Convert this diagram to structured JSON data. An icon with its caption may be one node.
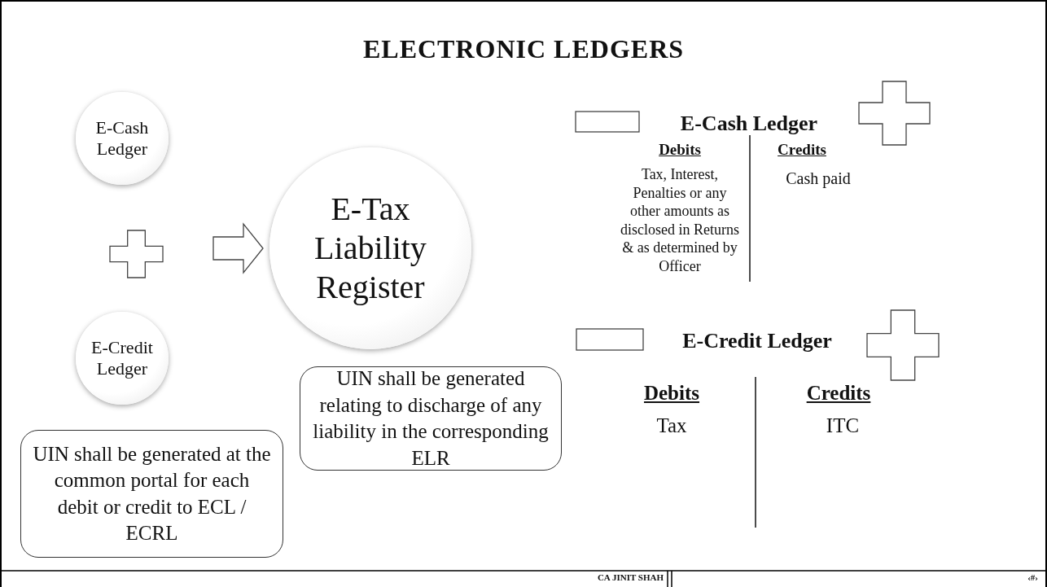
{
  "diagram": {
    "title": "ELECTRONIC LEDGERS",
    "nodes": [
      {
        "text": [
          "E-Cash Ledger"
        ]
      },
      {
        "text": [],
        "shape": "cross"
      },
      {
        "text": [
          "E-Credit Ledger"
        ]
      },
      {
        "text": [
          "E-Tax Liability Register"
        ]
      },
      {
        "text": [
          "UIN shall be generated relating to discharge of any liability in the corresponding ELR"
        ]
      },
      {
        "text": [
          "UIN shall be generated at the common portal for each debit or credit to ECL / ECRL"
        ]
      },
      {
        "text": [],
        "shape": "box"
      },
      {
        "text": [],
        "shape": "cross"
      },
      {
        "text": [],
        "shape": "box"
      },
      {
        "text": [],
        "shape": "cross"
      }
    ],
    "edges": [
      {
        "from": 1,
        "to": 3,
        "arrow": "to"
      }
    ],
    "labels": [
      "E-Cash Ledger",
      "Debits",
      "Credits",
      "Tax, Interest, Penalties or any other amounts as disclosed in Returns & as determined by Officer",
      "Cash paid",
      "E-Credit Ledger",
      "Debits",
      "Credits",
      "Tax",
      "ITC",
      "CA JINIT SHAH",
      "‹#›"
    ]
  }
}
